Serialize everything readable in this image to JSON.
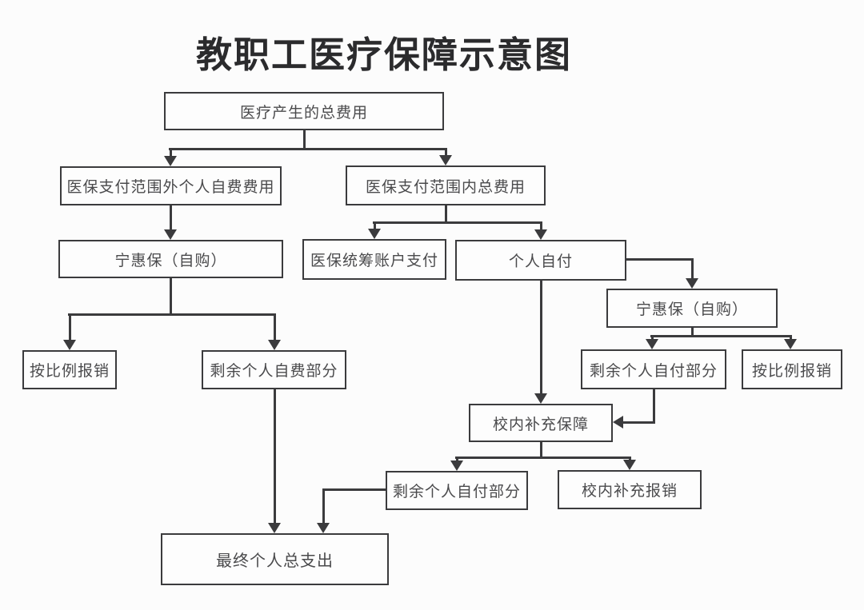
{
  "title": "教职工医疗保障示意图",
  "colors": {
    "background": "#fcfcfc",
    "line": "#3b3b3d",
    "text": "#4a4a4c",
    "title_text": "#2b2b2d"
  },
  "nodes": {
    "total_cost": {
      "label": "医疗产生的总费用"
    },
    "out_of_scope_self_fee": {
      "label": "医保支付范围外个人自费费用"
    },
    "in_scope_total": {
      "label": "医保支付范围内总费用"
    },
    "ninghuibao_left": {
      "label": "宁惠保（自购）"
    },
    "pooled_account_pay": {
      "label": "医保统筹账户支付"
    },
    "personal_self_pay": {
      "label": "个人自付"
    },
    "ninghuibao_right": {
      "label": "宁惠保（自购）"
    },
    "ratio_reimburse_left": {
      "label": "按比例报销"
    },
    "remaining_self_fee": {
      "label": "剩余个人自费部分"
    },
    "remaining_self_pay_right": {
      "label": "剩余个人自付部分"
    },
    "ratio_reimburse_right": {
      "label": "按比例报销"
    },
    "campus_supplement_cover": {
      "label": "校内补充保障"
    },
    "remaining_self_pay_bottom": {
      "label": "剩余个人自付部分"
    },
    "campus_supplement_reimburse": {
      "label": "校内补充报销"
    },
    "final_total_spend": {
      "label": "最终个人总支出"
    }
  }
}
